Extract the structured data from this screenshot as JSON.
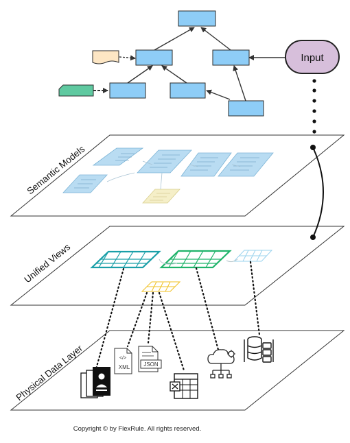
{
  "input": {
    "label": "Input"
  },
  "layers": {
    "semantic": "Semantic Models",
    "unified": "Unified Views",
    "physical": "Physical Data Layer"
  },
  "icons": {
    "xml": "XML",
    "json": "JSON",
    "code": "</>"
  },
  "footer": {
    "copyright": "Copyright © by FlexRule. All rights reserved."
  },
  "colors": {
    "node_blue": "#8ecdf7",
    "input_fill": "#d7bfdb",
    "doc_fill": "#fde6c4",
    "green_shape": "#5fc9a0",
    "view_teal": "#1a9fa8",
    "view_green": "#1fb36a",
    "view_light": "#9ad3ee",
    "view_yellow": "#f0c020"
  }
}
